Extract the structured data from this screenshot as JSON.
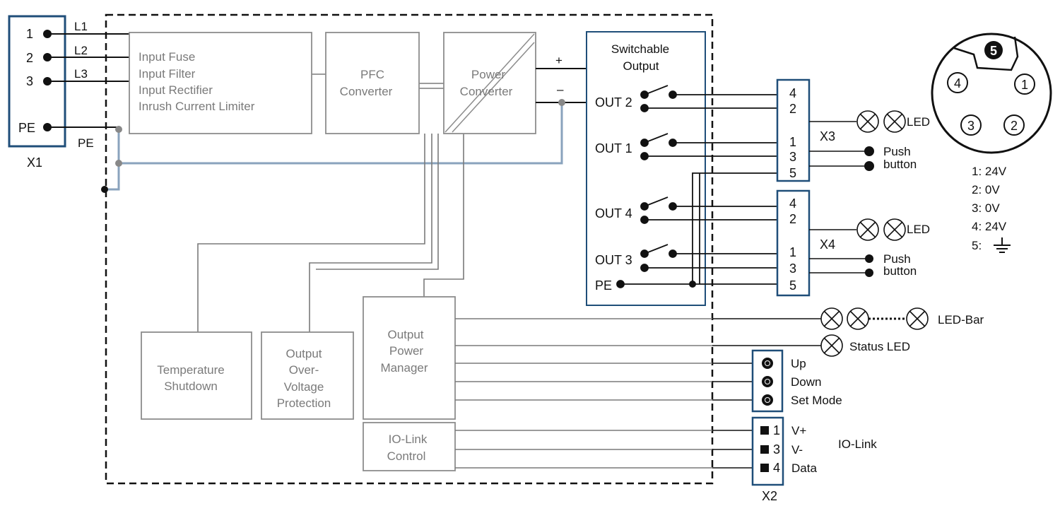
{
  "x1": {
    "label": "X1",
    "pins": [
      "1",
      "2",
      "3",
      "PE"
    ],
    "lines": [
      "L1",
      "L2",
      "L3"
    ],
    "pe_label": "PE"
  },
  "blocks": {
    "input": [
      "Input Fuse",
      "Input Filter",
      "Input Rectifier",
      "Inrush Current Limiter"
    ],
    "pfc": [
      "PFC",
      "Converter"
    ],
    "power": [
      "Power",
      "Converter"
    ],
    "switchable": [
      "Switchable",
      "Output"
    ],
    "temp": [
      "Temperature",
      "Shutdown"
    ],
    "ovp": [
      "Output",
      "Over-",
      "Voltage",
      "Protection"
    ],
    "opm": [
      "Output",
      "Power",
      "Manager"
    ],
    "iolink_ctrl": [
      "IO-Link",
      "Control"
    ]
  },
  "polarity": {
    "plus": "+",
    "minus": "–"
  },
  "outputs": [
    "OUT 2",
    "OUT 1",
    "OUT 4",
    "OUT 3",
    "PE"
  ],
  "x3": {
    "label": "X3",
    "pins": [
      "4",
      "2",
      "1",
      "3",
      "5"
    ]
  },
  "x4": {
    "label": "X4",
    "pins": [
      "4",
      "2",
      "1",
      "3",
      "5"
    ]
  },
  "led_label": "LED",
  "push_button": [
    "Push",
    "button"
  ],
  "connector": {
    "pins": [
      "5",
      "4",
      "1",
      "3",
      "2"
    ],
    "legend": [
      "1: 24V",
      "2: 0V",
      "3: 0V",
      "4: 24V",
      "5:"
    ]
  },
  "led_bar_label": "LED-Bar",
  "status_led_label": "Status LED",
  "buttons": [
    "Up",
    "Down",
    "Set Mode"
  ],
  "x2": {
    "label": "X2",
    "pins": [
      "1",
      "3",
      "4"
    ],
    "signals": [
      "V+",
      "V-",
      "Data"
    ],
    "title": "IO-Link"
  }
}
